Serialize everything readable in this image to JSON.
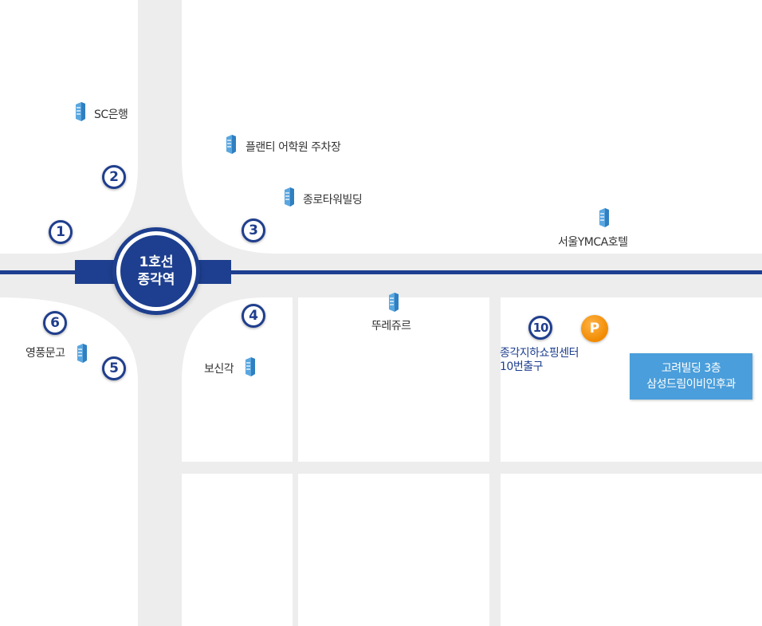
{
  "station": {
    "line": "1호선",
    "name": "종각역"
  },
  "exits": [
    "1",
    "2",
    "3",
    "4",
    "5",
    "6",
    "10"
  ],
  "landmarks": {
    "sc_bank": "SC은행",
    "plenty_academy_parking": "플랜티 어학원 주차장",
    "jongno_tower": "종로타워빌딩",
    "seoul_ymca_hotel": "서울YMCA호텔",
    "tous_les_jours": "뚜레쥬르",
    "youngpoong_bookstore": "영풍문고",
    "bosingak": "보신각"
  },
  "underground_mall": {
    "line1": "종각지하쇼핑센터",
    "line2": "10번출구"
  },
  "parking": {
    "label": "P"
  },
  "destination": {
    "line1": "고려빌딩 3층",
    "line2": "삼성드림이비인후과"
  },
  "colors": {
    "road": "#ededed",
    "metro_line": "#1e3f8f",
    "exit_badge": "#1f3e8d",
    "parking": "#f08a00",
    "callout": "#4a9edb",
    "building_icon": "#5aa7e0"
  },
  "icons": {
    "building": "building-icon",
    "parking": "parking-icon"
  }
}
